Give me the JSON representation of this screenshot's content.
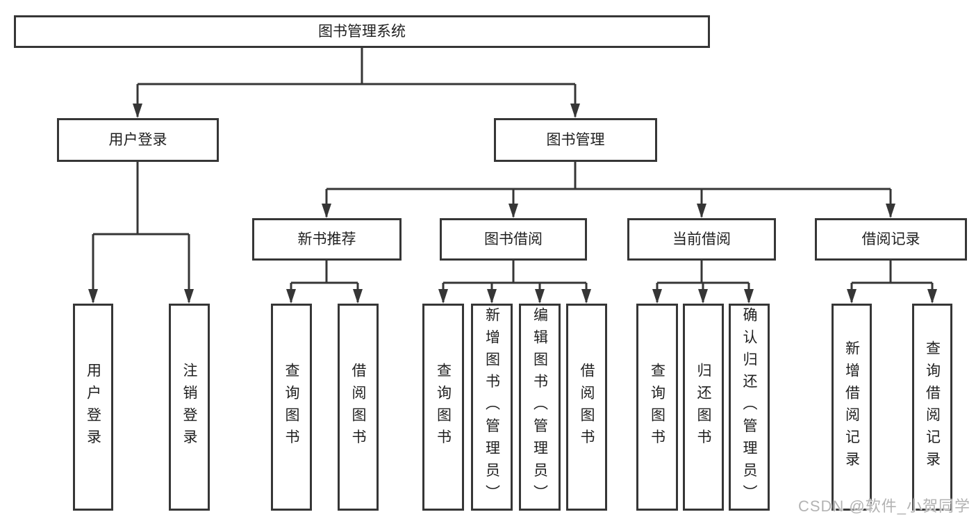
{
  "diagram": {
    "root": {
      "label": "图书管理系统"
    },
    "branches": [
      {
        "label": "用户登录",
        "children": [
          {
            "label": "用户登录"
          },
          {
            "label": "注销登录"
          }
        ]
      },
      {
        "label": "图书管理",
        "children": [
          {
            "label": "新书推荐",
            "children": [
              {
                "label": "查询图书"
              },
              {
                "label": "借阅图书"
              }
            ]
          },
          {
            "label": "图书借阅",
            "children": [
              {
                "label": "查询图书"
              },
              {
                "label": "新增图书（管理员）"
              },
              {
                "label": "编辑图书（管理员）"
              },
              {
                "label": "借阅图书"
              }
            ]
          },
          {
            "label": "当前借阅",
            "children": [
              {
                "label": "查询图书"
              },
              {
                "label": "归还图书"
              },
              {
                "label": "确认归还（管理员）"
              }
            ]
          },
          {
            "label": "借阅记录",
            "children": [
              {
                "label": "新增借阅记录"
              },
              {
                "label": "查询借阅记录"
              }
            ]
          }
        ]
      }
    ]
  },
  "watermark": {
    "text": "CSDN @软件_小贺同学"
  },
  "colors": {
    "line": "#363636",
    "text": "#1f1f1f",
    "box_background": "#ffffff",
    "watermark": "#b3b3b3",
    "background": "#ffffff"
  }
}
